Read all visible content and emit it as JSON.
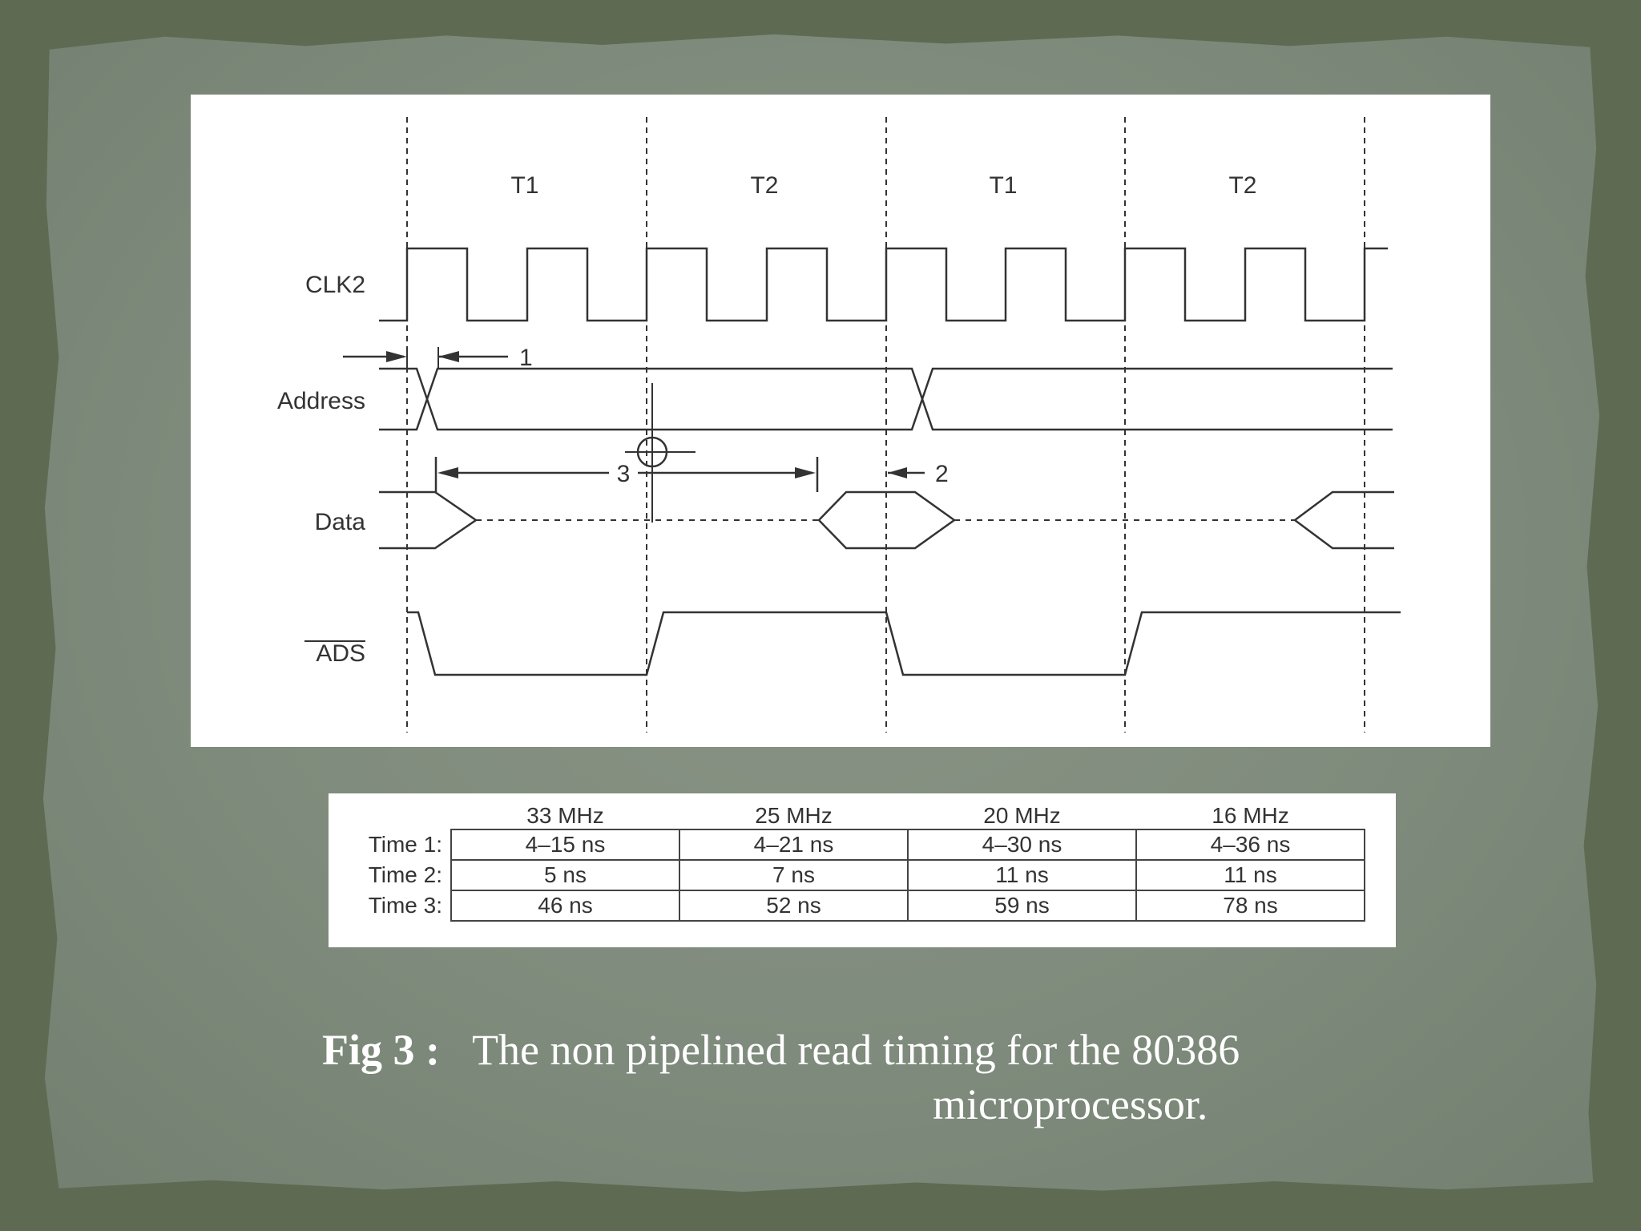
{
  "diagram": {
    "periods": [
      "T1",
      "T2",
      "T1",
      "T2"
    ],
    "signals": {
      "clk2": "CLK2",
      "address": "Address",
      "data": "Data",
      "ads": "ADS"
    },
    "markers": {
      "time1": "1",
      "time2": "2",
      "time3": "3"
    }
  },
  "table": {
    "columns": [
      "33 MHz",
      "25 MHz",
      "20 MHz",
      "16 MHz"
    ],
    "rows": [
      {
        "label": "Time 1:",
        "values": [
          "4–15 ns",
          "4–21 ns",
          "4–30 ns",
          "4–36 ns"
        ]
      },
      {
        "label": "Time 2:",
        "values": [
          "5 ns",
          "7 ns",
          "11 ns",
          "11 ns"
        ]
      },
      {
        "label": "Time 3:",
        "values": [
          "46 ns",
          "52 ns",
          "59 ns",
          "78 ns"
        ]
      }
    ]
  },
  "caption": {
    "fig": "Fig 3 :",
    "line1": "The non pipelined read timing for the 80386",
    "line2": "microprocessor."
  }
}
